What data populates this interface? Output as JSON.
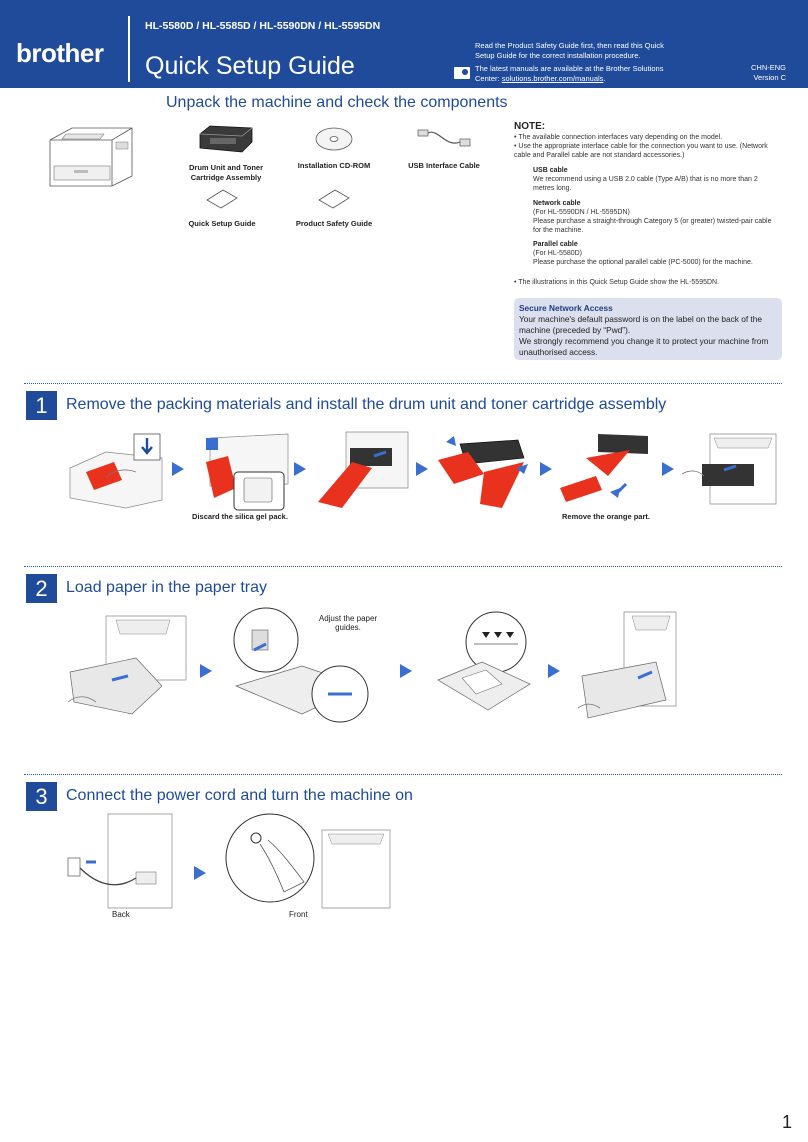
{
  "header": {
    "logo": "brother",
    "models": "HL-5580D / HL-5585D / HL-5590DN / HL-5595DN",
    "title": "Quick Setup Guide",
    "read_first": "Read the Product Safety Guide first, then read this Quick Setup Guide for the correct installation procedure.",
    "latest_prefix": "The latest manuals are available at the Brother Solutions Center: ",
    "latest_link": "solutions.brother.com/manuals",
    "latest_suffix": ".",
    "lang_code": "CHN-ENG",
    "version": "Version C"
  },
  "unpack": {
    "title": "Unpack the machine and check the components",
    "components": [
      {
        "label_line1": "Drum Unit and Toner",
        "label_line2": "Cartridge Assembly"
      },
      {
        "label_line1": "Installation CD-ROM",
        "label_line2": ""
      },
      {
        "label_line1": "USB Interface Cable",
        "label_line2": ""
      },
      {
        "label_line1": "Quick Setup Guide",
        "label_line2": ""
      },
      {
        "label_line1": "Product Safety Guide",
        "label_line2": ""
      }
    ],
    "note": {
      "title": "NOTE:",
      "bullet1": "• The available connection interfaces vary depending on the model.",
      "bullet2": "• Use the appropriate interface cable for the connection you want to use. (Network cable and Parallel cable are not standard accessories.)",
      "usb_title": "USB cable",
      "usb_text": "We recommend using a USB 2.0 cable (Type A/B) that is no more than 2 metres long.",
      "net_title": "Network cable",
      "net_models": "(For HL-5590DN / HL-5595DN)",
      "net_text": "Please purchase a straight-through Category 5 (or greater) twisted-pair cable for the machine.",
      "par_title": "Parallel cable",
      "par_models": "(For HL-5580D)",
      "par_text": "Please purchase the optional parallel cable (PC-5000) for the machine.",
      "bullet3": "• The illustrations in this Quick Setup Guide show the HL-5595DN."
    },
    "secure": {
      "title": "Secure Network Access",
      "line1": "Your machine's default password is on the label on the back of the machine (preceded by “Pwd”).",
      "line2": "We strongly recommend you change it to protect your machine from unauthorised access."
    }
  },
  "steps": [
    {
      "number": "1",
      "title": "Remove the packing materials and install the drum unit and toner cartridge assembly",
      "captions": {
        "silica": "Discard the silica gel pack.",
        "orange": "Remove the orange part."
      }
    },
    {
      "number": "2",
      "title": "Load paper in the paper tray",
      "captions": {
        "guides_line1": "Adjust the paper",
        "guides_line2": "guides."
      }
    },
    {
      "number": "3",
      "title": "Connect the power cord and turn the machine on",
      "captions": {
        "back": "Back",
        "front": "Front"
      }
    }
  ],
  "page_number": "1",
  "colors": {
    "brand_blue": "#1f4b9a",
    "arrow_blue": "#3a6fd0",
    "orange_red": "#e8321e",
    "secure_bg": "#dcdfee"
  }
}
